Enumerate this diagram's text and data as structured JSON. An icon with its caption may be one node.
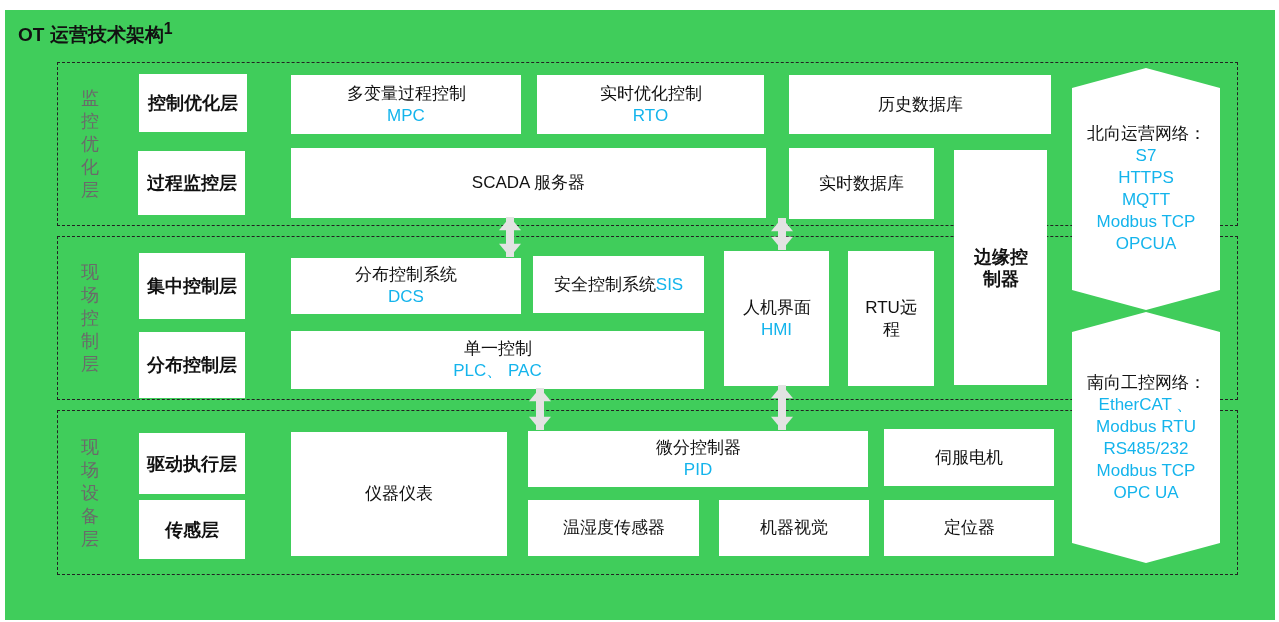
{
  "diagram": {
    "title": "OT 运营技术架构$^{1}$",
    "nodes": [
      {
        "text": [
          "监控优化层"
        ]
      },
      {
        "text": [
          "控制优化层"
        ],
        "in": 0
      },
      {
        "text": [
          "过程监控层"
        ],
        "in": 0
      },
      {
        "text": [
          "多变量过程控制",
          "MPC"
        ],
        "in": 0
      },
      {
        "text": [
          "实时优化控制",
          "RTO"
        ],
        "in": 0
      },
      {
        "text": [
          "历史数据库"
        ],
        "in": 0
      },
      {
        "text": [
          "SCADA 服务器"
        ],
        "in": 0
      },
      {
        "text": [
          "实时数据库"
        ],
        "in": 0
      },
      {
        "text": [
          "现场控制层"
        ]
      },
      {
        "text": [
          "集中控制层"
        ],
        "in": 8
      },
      {
        "text": [
          "分布控制层"
        ],
        "in": 8
      },
      {
        "text": [
          "分布控制系统",
          "DCS"
        ],
        "in": 8
      },
      {
        "text": [
          "安全控制系统",
          "SIS"
        ],
        "in": 8
      },
      {
        "text": [
          "单一控制",
          "PLC、 PAC"
        ],
        "in": 8
      },
      {
        "text": [
          "人机界面",
          "HMI"
        ],
        "in": 8
      },
      {
        "text": [
          "RTU远程"
        ],
        "in": 8
      },
      {
        "text": [
          "边缘控制器"
        ]
      },
      {
        "text": [
          "现场设备层"
        ]
      },
      {
        "text": [
          "驱动执行层"
        ],
        "in": 17
      },
      {
        "text": [
          "传感层"
        ],
        "in": 17
      },
      {
        "text": [
          "仪器仪表"
        ],
        "in": 17
      },
      {
        "text": [
          "微分控制器",
          "PID"
        ],
        "in": 17
      },
      {
        "text": [
          "伺服电机"
        ],
        "in": 17
      },
      {
        "text": [
          "温湿度传感器"
        ],
        "in": 17
      },
      {
        "text": [
          "机器视觉"
        ],
        "in": 17
      },
      {
        "text": [
          "定位器"
        ],
        "in": 17
      },
      {
        "text": [
          "北向运营网络：",
          "S7",
          "HTTPS",
          "MQTT",
          "Modbus TCP",
          "OPCUA"
        ]
      },
      {
        "text": [
          "南向工控网络：",
          "EtherCAT 、",
          "Modbus RTU",
          "RS485/232",
          "Modbus TCP",
          "OPC UA"
        ]
      }
    ],
    "edges": [
      {
        "from": 6,
        "to": 11,
        "arrow": "both"
      },
      {
        "from": 7,
        "to": 14,
        "arrow": "both"
      },
      {
        "from": 13,
        "to": 21,
        "arrow": "both"
      },
      {
        "from": 14,
        "to": 21,
        "arrow": "both"
      }
    ]
  }
}
